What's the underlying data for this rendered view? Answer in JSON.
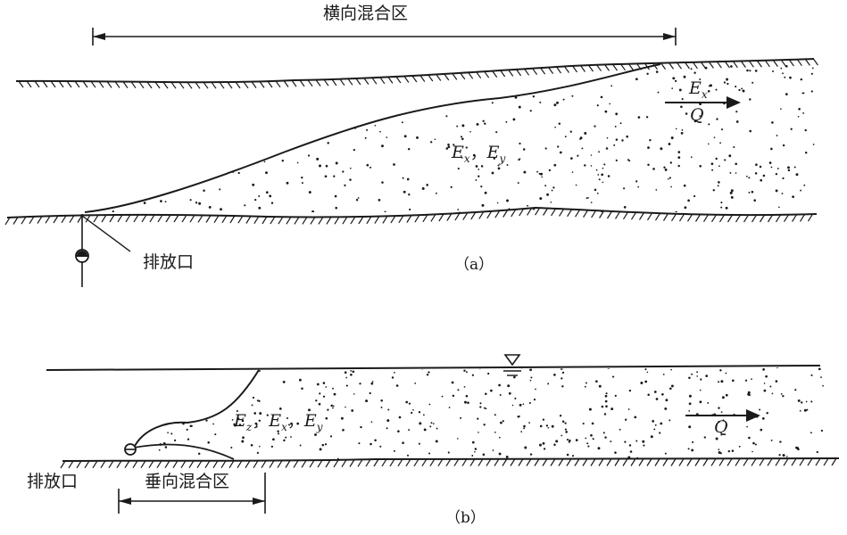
{
  "diagram_a": {
    "lateral_zone_label": "横向混合区",
    "outfall_label": "排放口",
    "flow_E_main": "E",
    "flow_E_sub": "x",
    "flow_Q": "Q",
    "coef_Ex_main": "E",
    "coef_Ex_sub": "x",
    "coef_sep": "，",
    "coef_Ey_main": "E",
    "coef_Ey_sub": "y",
    "caption": "（a）"
  },
  "diagram_b": {
    "outfall_label": "排放口",
    "vertical_zone_label": "垂向混合区",
    "coef_Ez_main": "E",
    "coef_Ez_sub": "z",
    "coef_sep1": "，",
    "coef_Ex_main": "E",
    "coef_Ex_sub": "x",
    "coef_sep2": "，",
    "coef_Ey_main": "E",
    "coef_Ey_sub": "y",
    "flow_Q": "Q",
    "caption": "（b）"
  },
  "colors": {
    "ink": "#1a1a1a",
    "background": "#ffffff"
  },
  "icons": [
    "water-surface-icon",
    "outfall-valve-icon",
    "flow-arrow-icon"
  ]
}
